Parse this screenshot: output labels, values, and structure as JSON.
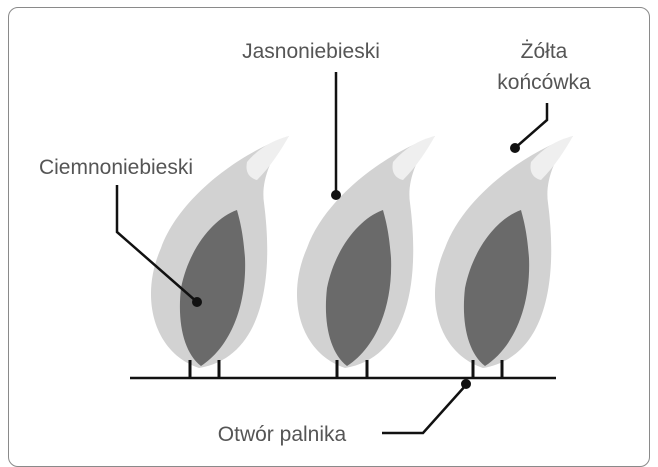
{
  "labels": {
    "dark_blue": "Ciemnoniebieski",
    "light_blue": "Jasnoniebieski",
    "yellow_tip_line1": "Żółta",
    "yellow_tip_line2": "końcówka",
    "burner_port": "Otwór palnika"
  },
  "colors": {
    "outer_flame": "#d2d2d2",
    "inner_cone": "#6a6a6a",
    "tip": "#efefef",
    "ink": "#111111",
    "text": "#555555",
    "border": "#8a8a8a"
  }
}
